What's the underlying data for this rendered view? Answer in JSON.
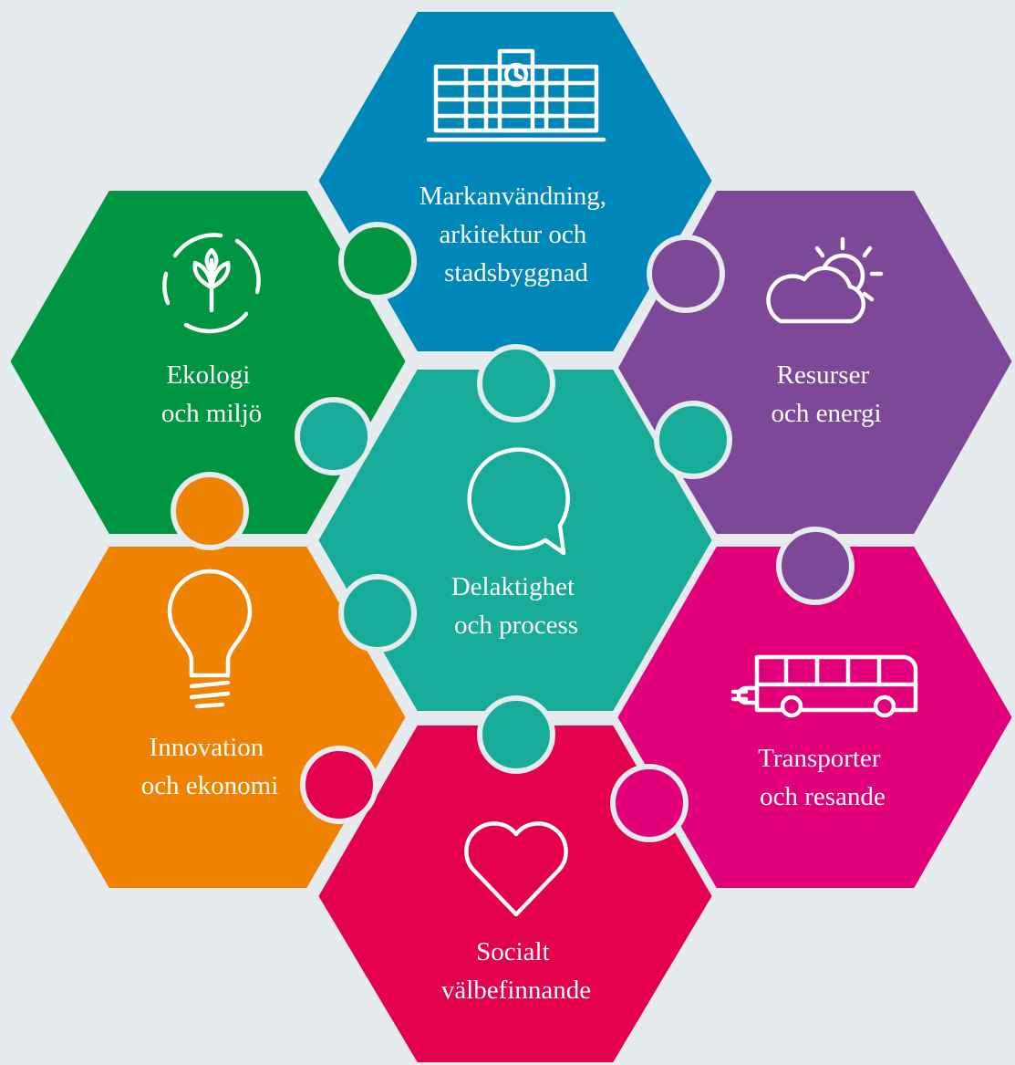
{
  "background_color": "#e6ebee",
  "gap_color": "#e6ebee",
  "pieces": [
    {
      "id": "markanvandning",
      "color": "#0087b9",
      "icon": "building-clock-icon",
      "label_lines": [
        "Markanvändning,",
        "arkitektur och",
        "stadsbyggnad"
      ]
    },
    {
      "id": "resurser",
      "color": "#7d4897",
      "icon": "sun-cloud-icon",
      "label_lines": [
        "Resurser",
        "och energi"
      ]
    },
    {
      "id": "transporter",
      "color": "#e2007a",
      "icon": "electric-bus-icon",
      "label_lines": [
        "Transporter",
        "och resande"
      ]
    },
    {
      "id": "socialt",
      "color": "#e3004f",
      "icon": "heart-icon",
      "label_lines": [
        "Socialt",
        "välbefinnande"
      ]
    },
    {
      "id": "innovation",
      "color": "#ef8200",
      "icon": "light-bulb-icon",
      "label_lines": [
        "Innovation",
        "och ekonomi"
      ]
    },
    {
      "id": "ekologi",
      "color": "#009540",
      "icon": "recycle-plant-icon",
      "label_lines": [
        "Ekologi",
        "och miljö"
      ]
    },
    {
      "id": "delaktighet",
      "color": "#17ac98",
      "icon": "speech-bubble-icon",
      "label_lines": [
        "Delaktighet",
        "och process"
      ]
    }
  ]
}
